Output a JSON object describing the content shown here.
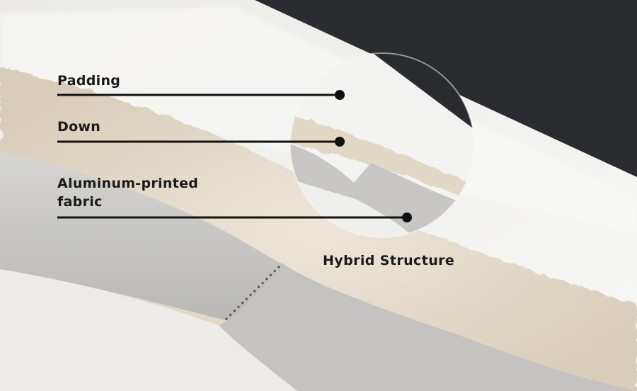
{
  "image": {
    "description_visible": false
  },
  "callouts": [
    {
      "label": "Padding"
    },
    {
      "label": "Down"
    },
    {
      "label": "Aluminum-printed\nfabric"
    }
  ],
  "caption": "Hybrid Structure",
  "colors": {
    "dark_fabric": "#2b2c30",
    "padding_white": "#f2f1ee",
    "down_cream": "#e4dccd",
    "aluminum_gray": "#c9c8c6",
    "text": "#1a1a1a",
    "leader_line": "#111111"
  }
}
